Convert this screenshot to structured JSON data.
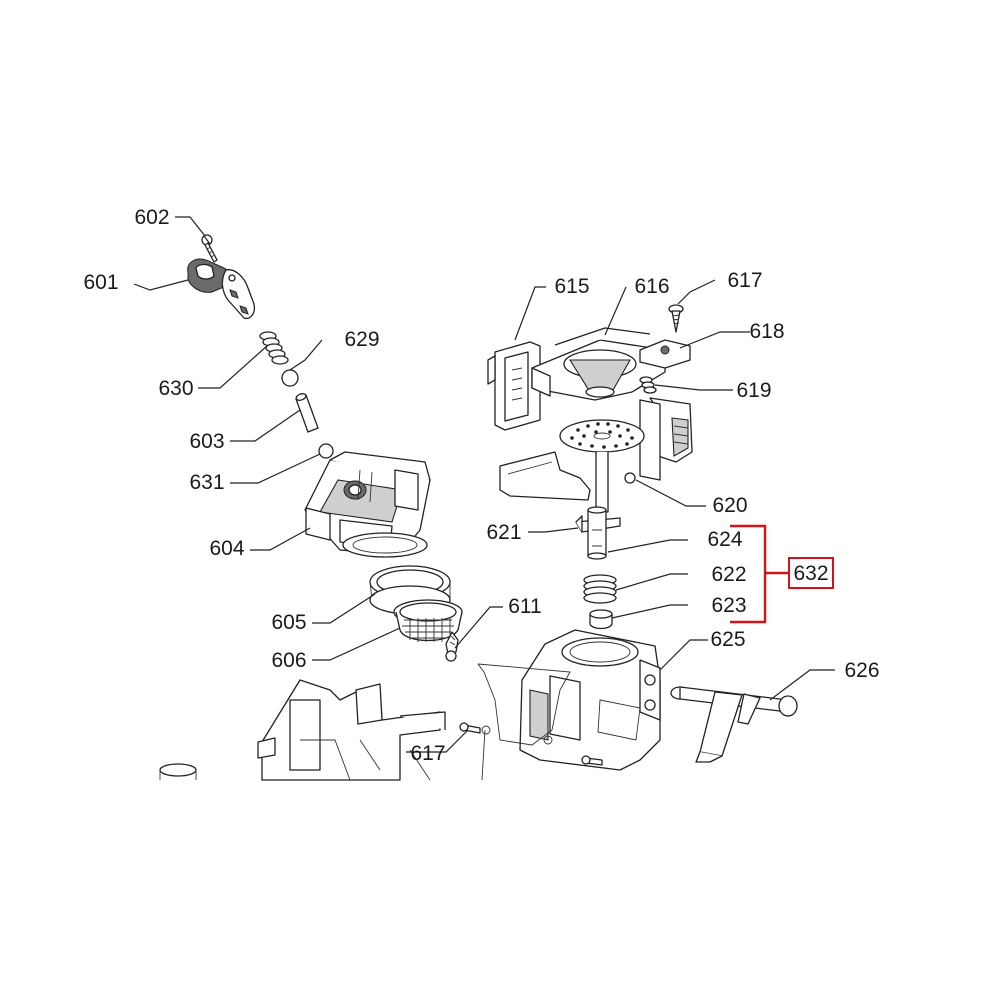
{
  "diagram": {
    "labels": {
      "p601": "601",
      "p602": "602",
      "p603": "603",
      "p604": "604",
      "p605": "605",
      "p606": "606",
      "p611": "611",
      "p615": "615",
      "p616": "616",
      "p617a": "617",
      "p617b": "617",
      "p618": "618",
      "p619": "619",
      "p620": "620",
      "p621": "621",
      "p622": "622",
      "p623": "623",
      "p624": "624",
      "p625": "625",
      "p626": "626",
      "p629": "629",
      "p630": "630",
      "p631": "631",
      "p632": "632"
    },
    "highlight_color": "#d1141b"
  }
}
